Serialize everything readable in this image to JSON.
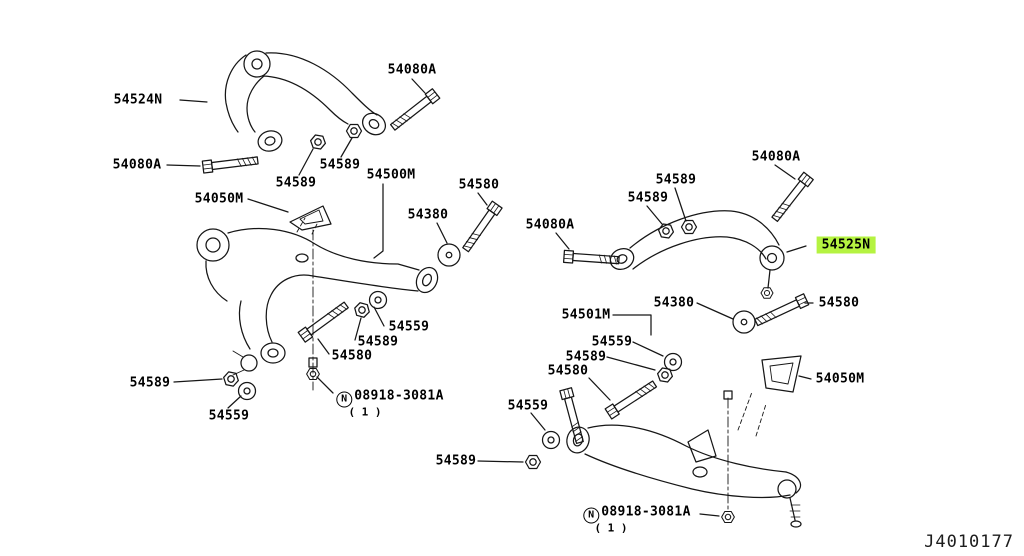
{
  "diagram": {
    "code": "J4010177",
    "highlight_color": "#b5f341",
    "circle_n": "N",
    "qty_note": "( 1 )",
    "labels": [
      {
        "text": "54524N"
      },
      {
        "text": "54080A"
      },
      {
        "text": "54080A"
      },
      {
        "text": "54589"
      },
      {
        "text": "54589"
      },
      {
        "text": "54050M"
      },
      {
        "text": "54500M"
      },
      {
        "text": "54380"
      },
      {
        "text": "54580"
      },
      {
        "text": "54559"
      },
      {
        "text": "54589"
      },
      {
        "text": "54580"
      },
      {
        "text": "54589"
      },
      {
        "text": "54559"
      },
      {
        "text": "08918-3081A"
      },
      {
        "text": "54080A"
      },
      {
        "text": "54589"
      },
      {
        "text": "54589"
      },
      {
        "text": "54080A"
      },
      {
        "text": "54525N"
      },
      {
        "text": "54580"
      },
      {
        "text": "54380"
      },
      {
        "text": "54501M"
      },
      {
        "text": "54559"
      },
      {
        "text": "54589"
      },
      {
        "text": "54580"
      },
      {
        "text": "54050M"
      },
      {
        "text": "54559"
      },
      {
        "text": "54589"
      },
      {
        "text": "08918-3081A"
      }
    ]
  }
}
